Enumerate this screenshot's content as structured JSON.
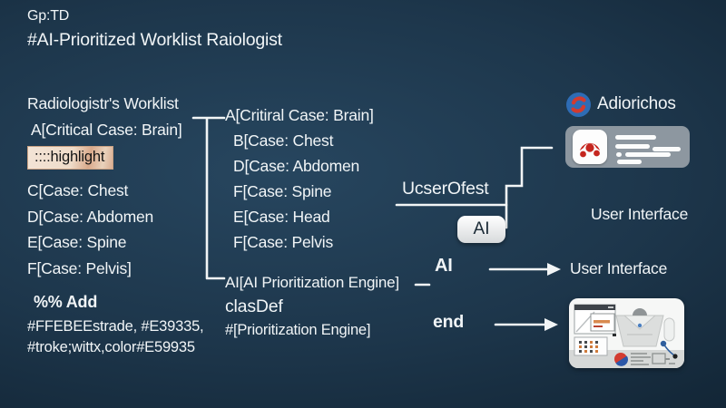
{
  "header": {
    "pretitle": "Gp:TD",
    "title": "#AI-Prioritized Worklist Raiologist"
  },
  "worklist": {
    "title": "Radiologistr's Worklist",
    "critical_item": "A[Critical Case: Brain]",
    "highlight_tag": "::::highlight",
    "items": [
      "C[Case: Chest",
      "D[Case: Abdomen",
      "E[Case: Spine",
      "F[Case: Pelvis]"
    ],
    "notes": [
      "%% Add",
      "#FFEBEEstrade, #E39335,",
      "#troke;wittx,color#E59935"
    ]
  },
  "code_block": {
    "cases": [
      "A[Critiral Case: Brain]",
      "B[Case: Chest",
      "D[Case: Abdomen",
      "F[Case: Spine",
      "E[Case: Head",
      "F[Case: Pelvis"
    ],
    "engine": "AI[AI Prioritization Engine]",
    "classdef": "clasDef",
    "engine_ref": "#[Prioritization Engine]"
  },
  "flow": {
    "user_node": "UcserOfest",
    "ai_chip": "AI",
    "ai_label": "AI",
    "end_label": "end",
    "ui_label_top": "User Interface",
    "ui_label_mid": "User Interface"
  },
  "brand": {
    "name": "Adiorichos"
  },
  "icons": {
    "logo": "swirl-refresh-icon",
    "app": "radiology-mask-icon",
    "workstation": "radiology-workstation-illustration"
  },
  "colors": {
    "background_center": "#27465f",
    "background_edge": "#0d1e2d",
    "text": "#f1f5f7",
    "highlight_bg": "#f0ddc9",
    "highlight_accent": "#d9a98b",
    "card_gray": "#8d97a0",
    "chip_bg": "#f4f5f6",
    "logo_blue": "#2e6cb5",
    "logo_red": "#d23b30",
    "white_card": "#f6f7f6"
  }
}
